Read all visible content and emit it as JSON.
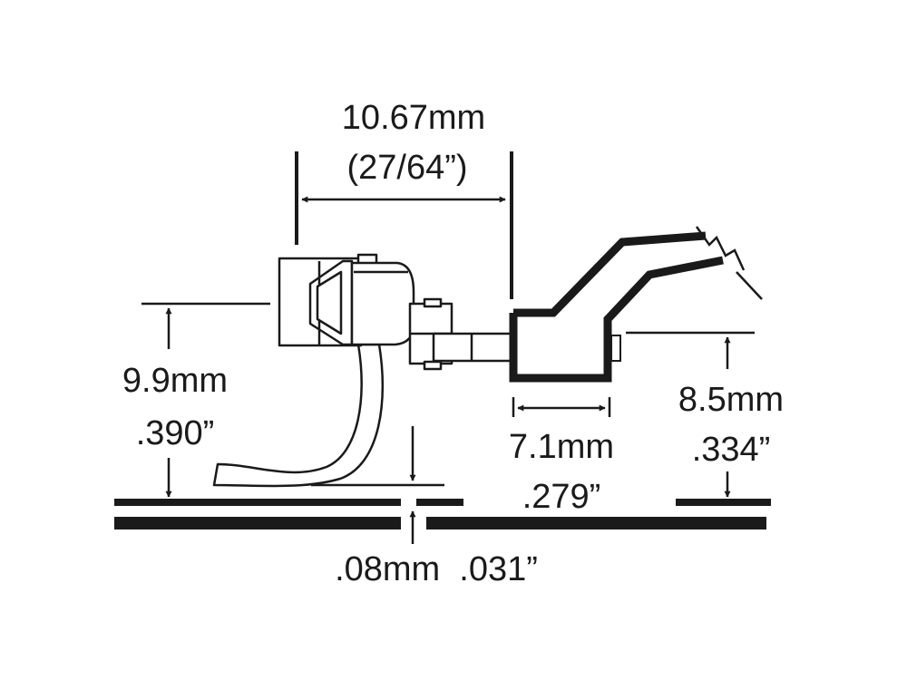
{
  "colors": {
    "ink": "#1a1a1a",
    "paper": "#ffffff"
  },
  "labels": {
    "coupler_width_mm": "10.67mm",
    "coupler_width_in": "(27/64”)",
    "coupler_height_mm": "9.9mm",
    "coupler_height_in": ".390”",
    "box_width_mm": "7.1mm",
    "box_width_in": ".279”",
    "box_height_mm": "8.5mm",
    "box_height_in": ".334”",
    "gap": ".08mm  .031”"
  }
}
